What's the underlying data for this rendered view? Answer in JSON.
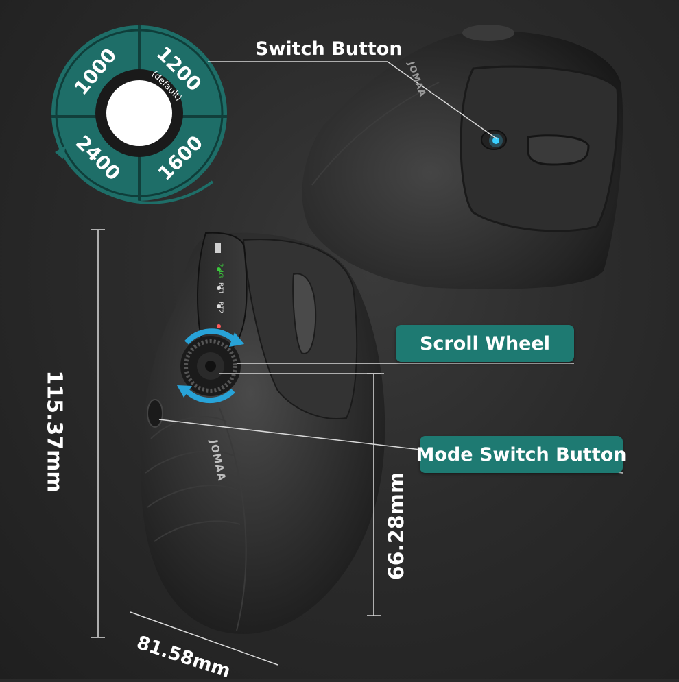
{
  "dpi_dial": {
    "values": [
      "1000",
      "1200",
      "1600",
      "2400"
    ],
    "default_note": "(default)",
    "accent_color": "#1e6e68"
  },
  "callouts": {
    "switch_button": "Switch Button",
    "scroll_wheel": "Scroll  Wheel",
    "mode_switch_button": "Mode Switch Button"
  },
  "indicator_panel": {
    "items": [
      "2.4G",
      "BT1",
      "BT2"
    ]
  },
  "brand": "JOMAA",
  "dimensions": {
    "height": "115.37mm",
    "width": "81.58mm",
    "depth": "66.28mm"
  },
  "colors": {
    "teal": "#1e7a72",
    "background": "#2a2a2a",
    "led_green": "#3cc83c"
  }
}
